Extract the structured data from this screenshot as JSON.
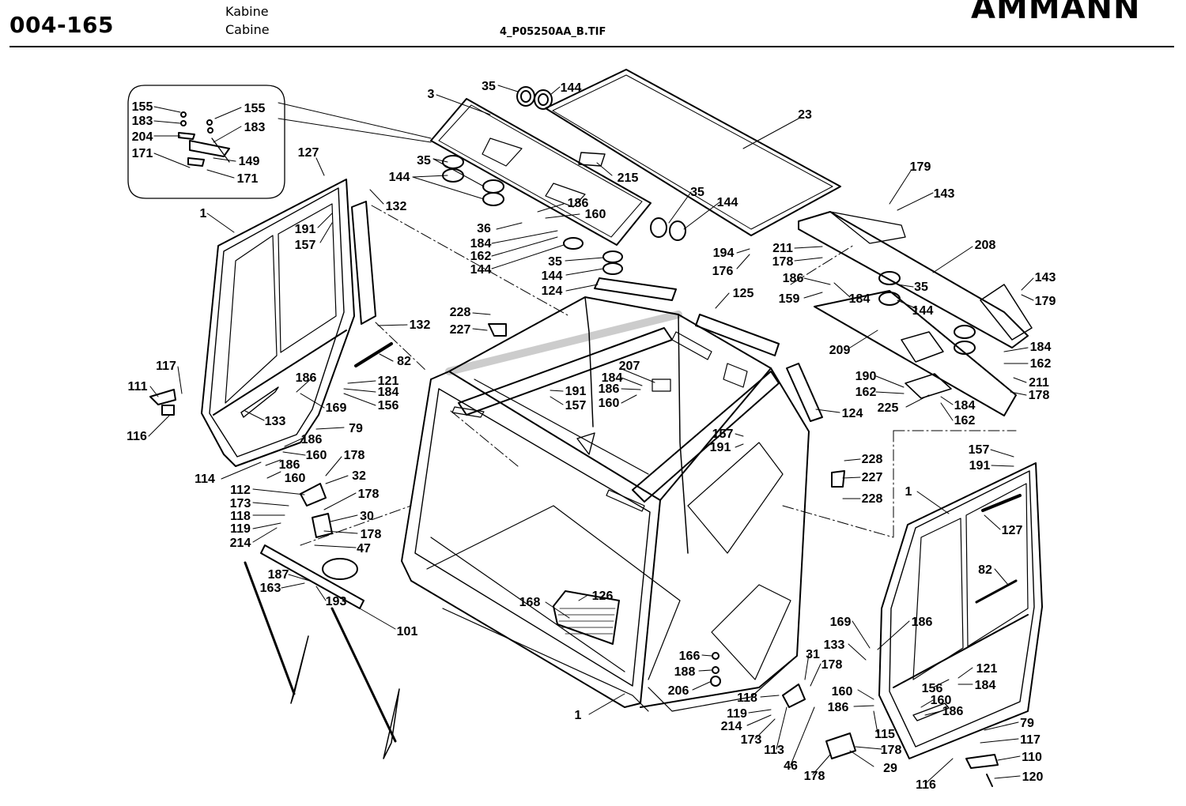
{
  "header": {
    "page_code": "004-165",
    "title_de": "Kabine",
    "title_en": "Cabine",
    "file_name": "4_P05250AA_B.TIF",
    "brand": "AMMANN"
  },
  "callouts": [
    {
      "id": "c1",
      "text": "35"
    },
    {
      "id": "c2",
      "text": "144"
    },
    {
      "id": "c3",
      "text": "3"
    },
    {
      "id": "c4",
      "text": "23"
    },
    {
      "id": "c5",
      "text": "155"
    },
    {
      "id": "c6",
      "text": "183"
    },
    {
      "id": "c7",
      "text": "204"
    },
    {
      "id": "c8",
      "text": "171"
    },
    {
      "id": "c9",
      "text": "155"
    },
    {
      "id": "c10",
      "text": "183"
    },
    {
      "id": "c11",
      "text": "149"
    },
    {
      "id": "c12",
      "text": "171"
    },
    {
      "id": "c13",
      "text": "127"
    },
    {
      "id": "c14",
      "text": "132"
    },
    {
      "id": "c15",
      "text": "1"
    },
    {
      "id": "c16",
      "text": "191"
    },
    {
      "id": "c17",
      "text": "157"
    },
    {
      "id": "c18",
      "text": "35"
    },
    {
      "id": "c19",
      "text": "144"
    },
    {
      "id": "c20",
      "text": "215"
    },
    {
      "id": "c21",
      "text": "35"
    },
    {
      "id": "c22",
      "text": "144"
    },
    {
      "id": "c23",
      "text": "186"
    },
    {
      "id": "c24",
      "text": "160"
    },
    {
      "id": "c25",
      "text": "36"
    },
    {
      "id": "c26",
      "text": "184"
    },
    {
      "id": "c27",
      "text": "162"
    },
    {
      "id": "c28",
      "text": "144"
    },
    {
      "id": "c29",
      "text": "35"
    },
    {
      "id": "c30",
      "text": "144"
    },
    {
      "id": "c31",
      "text": "124"
    },
    {
      "id": "c32",
      "text": "179"
    },
    {
      "id": "c33",
      "text": "143"
    },
    {
      "id": "c34",
      "text": "208"
    },
    {
      "id": "c35",
      "text": "211"
    },
    {
      "id": "c36",
      "text": "178"
    },
    {
      "id": "c37",
      "text": "194"
    },
    {
      "id": "c38",
      "text": "176"
    },
    {
      "id": "c39",
      "text": "186"
    },
    {
      "id": "c40",
      "text": "159"
    },
    {
      "id": "c41",
      "text": "184"
    },
    {
      "id": "c42",
      "text": "35"
    },
    {
      "id": "c43",
      "text": "144"
    },
    {
      "id": "c44",
      "text": "143"
    },
    {
      "id": "c45",
      "text": "179"
    },
    {
      "id": "c46",
      "text": "125"
    },
    {
      "id": "c47",
      "text": "228"
    },
    {
      "id": "c48",
      "text": "227"
    },
    {
      "id": "c49",
      "text": "132"
    },
    {
      "id": "c50",
      "text": "82"
    },
    {
      "id": "c51",
      "text": "209"
    },
    {
      "id": "c52",
      "text": "184"
    },
    {
      "id": "c53",
      "text": "162"
    },
    {
      "id": "c54",
      "text": "211"
    },
    {
      "id": "c55",
      "text": "178"
    },
    {
      "id": "c56",
      "text": "117"
    },
    {
      "id": "c57",
      "text": "111"
    },
    {
      "id": "c58",
      "text": "186"
    },
    {
      "id": "c59",
      "text": "121"
    },
    {
      "id": "c60",
      "text": "184"
    },
    {
      "id": "c61",
      "text": "156"
    },
    {
      "id": "c62",
      "text": "169"
    },
    {
      "id": "c63",
      "text": "133"
    },
    {
      "id": "c64",
      "text": "116"
    },
    {
      "id": "c65",
      "text": "207"
    },
    {
      "id": "c66",
      "text": "184"
    },
    {
      "id": "c67",
      "text": "186"
    },
    {
      "id": "c68",
      "text": "160"
    },
    {
      "id": "c69",
      "text": "191"
    },
    {
      "id": "c70",
      "text": "157"
    },
    {
      "id": "c71",
      "text": "190"
    },
    {
      "id": "c72",
      "text": "162"
    },
    {
      "id": "c73",
      "text": "225"
    },
    {
      "id": "c74",
      "text": "184"
    },
    {
      "id": "c75",
      "text": "162"
    },
    {
      "id": "c76",
      "text": "124"
    },
    {
      "id": "c77",
      "text": "79"
    },
    {
      "id": "c78",
      "text": "186"
    },
    {
      "id": "c79",
      "text": "186"
    },
    {
      "id": "c80",
      "text": "160"
    },
    {
      "id": "c81",
      "text": "178"
    },
    {
      "id": "c82",
      "text": "32"
    },
    {
      "id": "c83",
      "text": "114"
    },
    {
      "id": "c84",
      "text": "160"
    },
    {
      "id": "c85",
      "text": "157"
    },
    {
      "id": "c86",
      "text": "191"
    },
    {
      "id": "c87",
      "text": "228"
    },
    {
      "id": "c88",
      "text": "227"
    },
    {
      "id": "c89",
      "text": "228"
    },
    {
      "id": "c90",
      "text": "157"
    },
    {
      "id": "c91",
      "text": "191"
    },
    {
      "id": "c92",
      "text": "1"
    },
    {
      "id": "c93",
      "text": "127"
    },
    {
      "id": "c94",
      "text": "112"
    },
    {
      "id": "c95",
      "text": "178"
    },
    {
      "id": "c96",
      "text": "173"
    },
    {
      "id": "c97",
      "text": "118"
    },
    {
      "id": "c98",
      "text": "30"
    },
    {
      "id": "c99",
      "text": "119"
    },
    {
      "id": "c100",
      "text": "178"
    },
    {
      "id": "c101",
      "text": "214"
    },
    {
      "id": "c102",
      "text": "47"
    },
    {
      "id": "c103",
      "text": "82"
    },
    {
      "id": "c104",
      "text": "187"
    },
    {
      "id": "c105",
      "text": "163"
    },
    {
      "id": "c106",
      "text": "193"
    },
    {
      "id": "c107",
      "text": "126"
    },
    {
      "id": "c108",
      "text": "168"
    },
    {
      "id": "c109",
      "text": "101"
    },
    {
      "id": "c110",
      "text": "169"
    },
    {
      "id": "c111",
      "text": "186"
    },
    {
      "id": "c112",
      "text": "133"
    },
    {
      "id": "c113",
      "text": "166"
    },
    {
      "id": "c114",
      "text": "31"
    },
    {
      "id": "c115",
      "text": "178"
    },
    {
      "id": "c116",
      "text": "188"
    },
    {
      "id": "c117",
      "text": "121"
    },
    {
      "id": "c118",
      "text": "206"
    },
    {
      "id": "c119",
      "text": "160"
    },
    {
      "id": "c120",
      "text": "156"
    },
    {
      "id": "c121",
      "text": "184"
    },
    {
      "id": "c122",
      "text": "118"
    },
    {
      "id": "c123",
      "text": "160"
    },
    {
      "id": "c124",
      "text": "186"
    },
    {
      "id": "c125",
      "text": "186"
    },
    {
      "id": "c126",
      "text": "119"
    },
    {
      "id": "c127",
      "text": "214"
    },
    {
      "id": "c128",
      "text": "1"
    },
    {
      "id": "c129",
      "text": "79"
    },
    {
      "id": "c130",
      "text": "115"
    },
    {
      "id": "c131",
      "text": "117"
    },
    {
      "id": "c132",
      "text": "173"
    },
    {
      "id": "c133",
      "text": "178"
    },
    {
      "id": "c134",
      "text": "113"
    },
    {
      "id": "c135",
      "text": "110"
    },
    {
      "id": "c136",
      "text": "46"
    },
    {
      "id": "c137",
      "text": "29"
    },
    {
      "id": "c138",
      "text": "178"
    },
    {
      "id": "c139",
      "text": "116"
    },
    {
      "id": "c140",
      "text": "120"
    }
  ]
}
